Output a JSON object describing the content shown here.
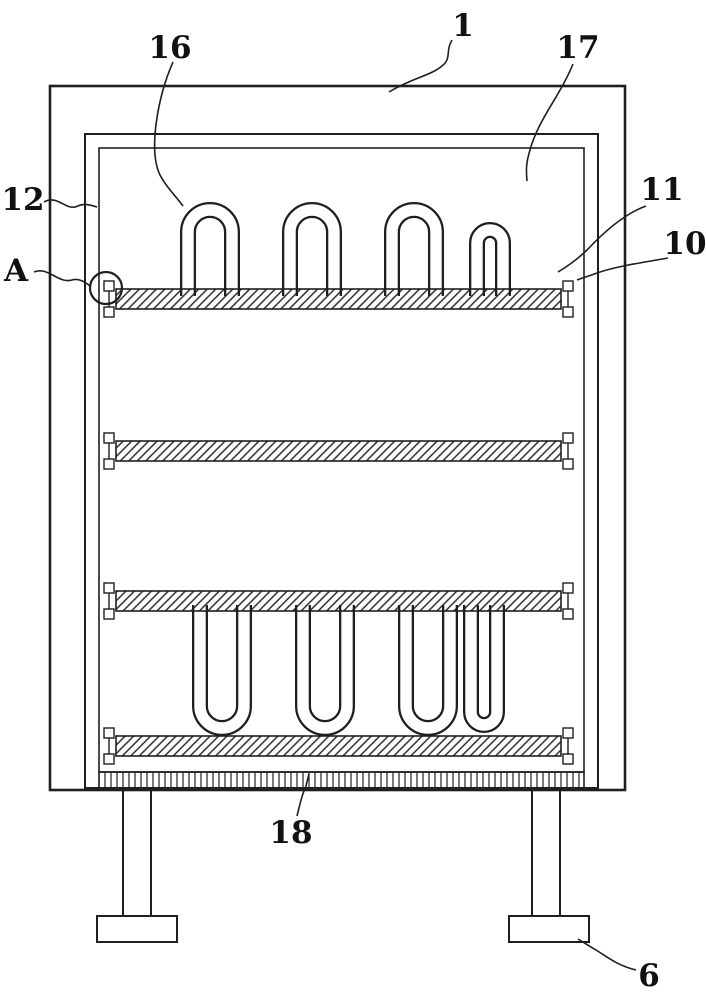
{
  "figure": {
    "labels": {
      "l1": "1",
      "l16": "16",
      "l17": "17",
      "l12": "12",
      "lA": "A",
      "l11": "11",
      "l10": "10",
      "l18": "18",
      "l6": "6"
    },
    "colors": {
      "line": "#1f1f1f",
      "background": "#ffffff"
    }
  }
}
